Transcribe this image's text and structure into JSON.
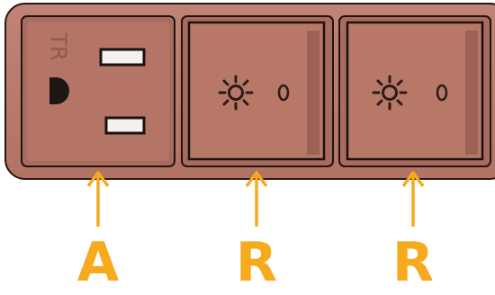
{
  "accent_color": "#F7AA1D",
  "plate_color": "#B97A6D",
  "outlet": {
    "marking": "TR",
    "callout": "A"
  },
  "switches": [
    {
      "callout": "R",
      "symbols": [
        "sun-icon",
        "off-circle-icon"
      ]
    },
    {
      "callout": "R",
      "symbols": [
        "sun-icon",
        "off-circle-icon"
      ]
    }
  ]
}
